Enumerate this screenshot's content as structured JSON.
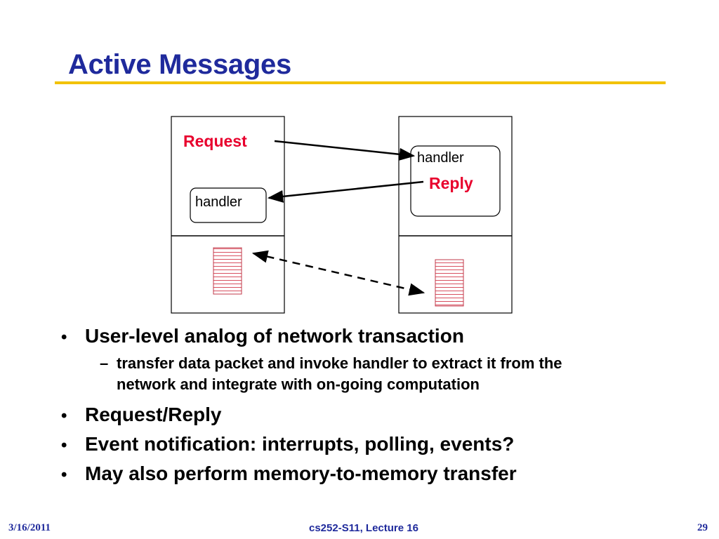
{
  "slide": {
    "title": "Active Messages"
  },
  "diagram": {
    "request_label": "Request",
    "reply_label": "Reply",
    "left_handler": "handler",
    "right_handler": "handler",
    "accent_color": "#e8002d",
    "stripe_color": "#d85060"
  },
  "bullets": {
    "b1": "User-level analog of network transaction",
    "b1_sub": "transfer data packet and invoke handler to extract it from the network and integrate with on-going computation",
    "b2": "Request/Reply",
    "b3": "Event notification: interrupts, polling, events?",
    "b4": "May also perform memory-to-memory transfer",
    "bullet_glyph": "•",
    "dash_glyph": "–"
  },
  "footer": {
    "date": "3/16/2011",
    "course": "cs252-S11, Lecture 16",
    "page": "29"
  }
}
